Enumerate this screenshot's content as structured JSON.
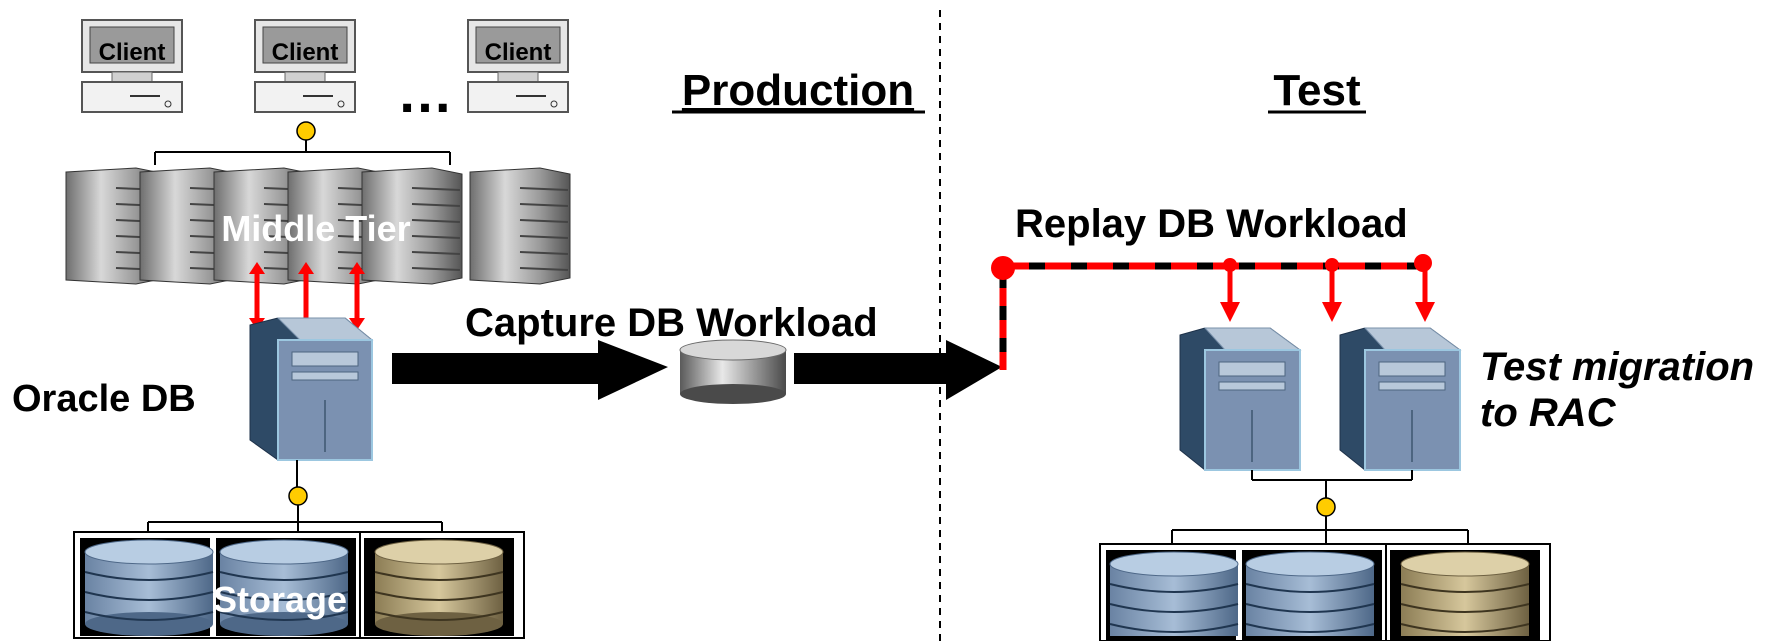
{
  "sections": {
    "production": "Production",
    "test": "Test"
  },
  "clients": {
    "label": "Client",
    "ellipsis": "…"
  },
  "labels": {
    "middle_tier": "Middle Tier",
    "oracle_db": "Oracle DB",
    "storage": "Storage",
    "capture": "Capture DB Workload",
    "replay": "Replay DB Workload",
    "test_migration_line1": "Test migration",
    "test_migration_line2": "to RAC"
  },
  "colors": {
    "arrow_red": "#ff0000",
    "flow_black": "#000000",
    "connector_yellow": "#ffcc00",
    "server_blue": "#7b91b1",
    "disk_blue": "#8aa3bf",
    "disk_tan": "#b8a77c"
  }
}
